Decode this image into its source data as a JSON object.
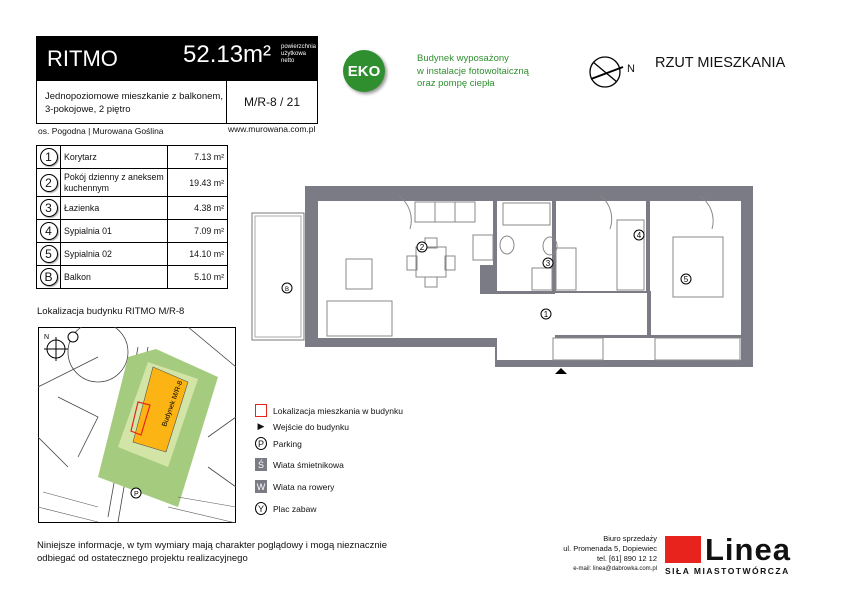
{
  "header": {
    "name": "RITMO",
    "area": "52.13m²",
    "area_note": [
      "powierzchnia",
      "użytkowa",
      "netto"
    ],
    "description": [
      "Jednopoziomowe mieszkanie z balkonem,",
      "3-pokojowe, 2 piętro"
    ],
    "code": "M/R-8 / 21",
    "location": "os. Pogodna | Murowana Goślina",
    "website": "www.murowana.com.pl"
  },
  "eko": {
    "badge": "EKO",
    "text": [
      "Budynek wyposażony",
      "w instalacje fotowoltaiczną",
      "oraz pompę ciepła"
    ],
    "color": "#2f8f2f"
  },
  "plan": {
    "north_label": "N",
    "title": "RZUT MIESZKANIA"
  },
  "rooms": [
    {
      "no": "1",
      "name": "Korytarz",
      "area": "7.13 m²"
    },
    {
      "no": "2",
      "name": "Pokój dzienny z aneksem kuchennym",
      "area": "19.43 m²"
    },
    {
      "no": "3",
      "name": "Łazienka",
      "area": "4.38 m²"
    },
    {
      "no": "4",
      "name": "Sypialnia 01",
      "area": "7.09 m²"
    },
    {
      "no": "5",
      "name": "Sypialnia 02",
      "area": "14.10 m²"
    },
    {
      "no": "B",
      "name": "Balkon",
      "area": "5.10 m²"
    }
  ],
  "site": {
    "title": "Lokalizacja budynku RITMO M/R-8",
    "building_label": "Budynek M/R-8",
    "north": "N",
    "parking": "P"
  },
  "legend": [
    {
      "icon": "red-square",
      "label": "Lokalizacja mieszkania w budynku"
    },
    {
      "icon": "entrance-triangle",
      "label": "Wejście do budynku"
    },
    {
      "icon": "P",
      "label": "Parking"
    },
    {
      "icon": "Ś",
      "label": "Wiata śmietnikowa"
    },
    {
      "icon": "W",
      "label": "Wiata na rowery"
    },
    {
      "icon": "playground",
      "label": "Plac zabaw"
    }
  ],
  "footer": {
    "disclaimer": [
      "Niniejsze informacje, w tym wymiary mają charakter poglądowy i mogą nieznacznie",
      "odbiegać od ostatecznego projektu realizacyjnego"
    ],
    "office": [
      "Biuro sprzedaży",
      "ul. Promenada 5, Dopiewiec",
      "tel. [61] 890 12 12",
      "e-mail: linea@dabrowka.com.pl"
    ],
    "logo": "Linea",
    "tagline": "SIŁA MIASTOTWÓRCZA",
    "accent": "#e8231e"
  }
}
